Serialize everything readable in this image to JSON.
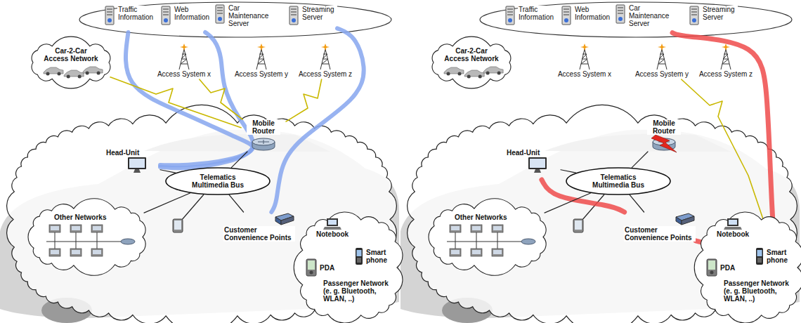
{
  "diagram": {
    "nodes": [
      {
        "text": [
          "Traffic Information"
        ]
      },
      {
        "text": [
          "Web Information"
        ]
      },
      {
        "text": [
          "Car Maintenance Server"
        ]
      },
      {
        "text": [
          "Streaming Server"
        ]
      },
      {
        "text": [
          "Car-2-Car Access Network"
        ]
      },
      {
        "text": [
          "Access System x"
        ]
      },
      {
        "text": [
          "Access System y"
        ]
      },
      {
        "text": [
          "Access System z"
        ]
      },
      {
        "text": [
          "Mobile Router"
        ]
      },
      {
        "text": [
          "Head-Unit"
        ]
      },
      {
        "text": [
          "Telematics Multimedia Bus"
        ]
      },
      {
        "text": [
          "Other Networks"
        ]
      },
      {
        "text": [
          "Passenger Network (e. g. Bluetooth, WLAN, ..)"
        ]
      },
      {
        "text": [
          "Notebook"
        ],
        "in": 12
      },
      {
        "text": [
          "Smart phone"
        ],
        "in": 12
      },
      {
        "text": [
          "PDA"
        ],
        "in": 12
      },
      {
        "text": [
          "Customer Convenience Points"
        ]
      },
      {
        "text": [
          "Traffic Information"
        ]
      },
      {
        "text": [
          "Web Information"
        ]
      },
      {
        "text": [
          "Car Maintenance Server"
        ]
      },
      {
        "text": [
          "Streaming Server"
        ]
      },
      {
        "text": [
          "Car-2-Car Access Network"
        ]
      },
      {
        "text": [
          "Access System x"
        ]
      },
      {
        "text": [
          "Access System y"
        ]
      },
      {
        "text": [
          "Access System z"
        ]
      },
      {
        "text": [
          "Mobile Router"
        ]
      },
      {
        "text": [
          "Head-Unit"
        ]
      },
      {
        "text": [
          "Telematics Multimedia Bus"
        ]
      },
      {
        "text": [
          "Other Networks"
        ]
      },
      {
        "text": [
          "Passenger Network (e. g. Bluetooth, WLAN, ..)"
        ]
      },
      {
        "text": [
          "Notebook"
        ],
        "in": 29
      },
      {
        "text": [
          "Smart phone"
        ],
        "in": 29
      },
      {
        "text": [
          "PDA"
        ],
        "in": 29
      },
      {
        "text": [
          "Customer Convenience Points"
        ]
      }
    ],
    "edges": [
      {
        "from": 0,
        "to": 9,
        "arrow": "none"
      },
      {
        "from": 1,
        "to": 9,
        "arrow": "none"
      },
      {
        "from": 3,
        "to": 16,
        "arrow": "none"
      },
      {
        "from": 4,
        "to": 8,
        "arrow": "none"
      },
      {
        "from": 5,
        "to": 8,
        "arrow": "none"
      },
      {
        "from": 7,
        "to": 8,
        "arrow": "none"
      },
      {
        "from": 9,
        "to": 10,
        "arrow": "none"
      },
      {
        "from": 8,
        "to": 10,
        "arrow": "none"
      },
      {
        "from": 11,
        "to": 10,
        "arrow": "none"
      },
      {
        "from": 16,
        "to": 10,
        "arrow": "none"
      },
      {
        "from": 19,
        "to": 31,
        "arrow": "none"
      },
      {
        "from": 31,
        "to": 33,
        "arrow": "none"
      },
      {
        "from": 33,
        "to": 26,
        "arrow": "none"
      },
      {
        "from": 23,
        "to": 31,
        "arrow": "none"
      },
      {
        "from": 26,
        "to": 27,
        "arrow": "none"
      },
      {
        "from": 25,
        "to": 27,
        "arrow": "none"
      },
      {
        "from": 28,
        "to": 27,
        "arrow": "none"
      },
      {
        "from": 33,
        "to": 27,
        "arrow": "none"
      }
    ]
  }
}
